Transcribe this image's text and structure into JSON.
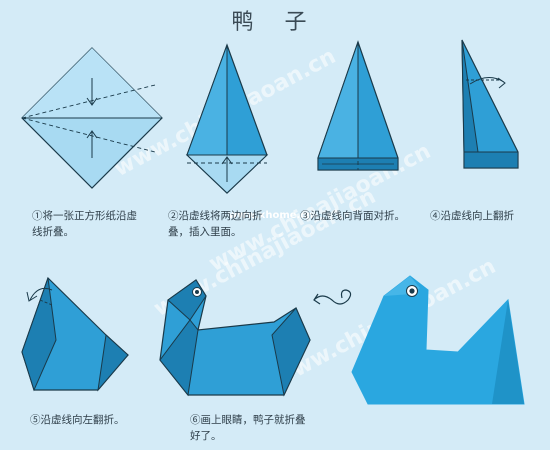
{
  "title": "鸭 子",
  "watermark": "www.chinajiaoan.cn",
  "watermark_overlay": "www.xhome.cn",
  "steps": [
    {
      "number": "①",
      "text": "将一张正方形纸沿虚线折叠。"
    },
    {
      "number": "②",
      "text": "沿虚线将两边向折叠，插入里面。"
    },
    {
      "number": "③",
      "text": "沿虚线向背面对折。"
    },
    {
      "number": "④",
      "text": "沿虚线向上翻折"
    },
    {
      "number": "⑤",
      "text": "沿虚线向左翻折。"
    },
    {
      "number": "⑥",
      "text": "画上眼睛，鸭子就折叠好了。"
    }
  ],
  "colors": {
    "background": "#d4ebf7",
    "paper_blue": "#2f9fd6",
    "paper_dark": "#1d7fb2",
    "paper_light": "#8fd0f0",
    "final_blue": "#2aa7e0",
    "outline": "#1a3a4a"
  }
}
